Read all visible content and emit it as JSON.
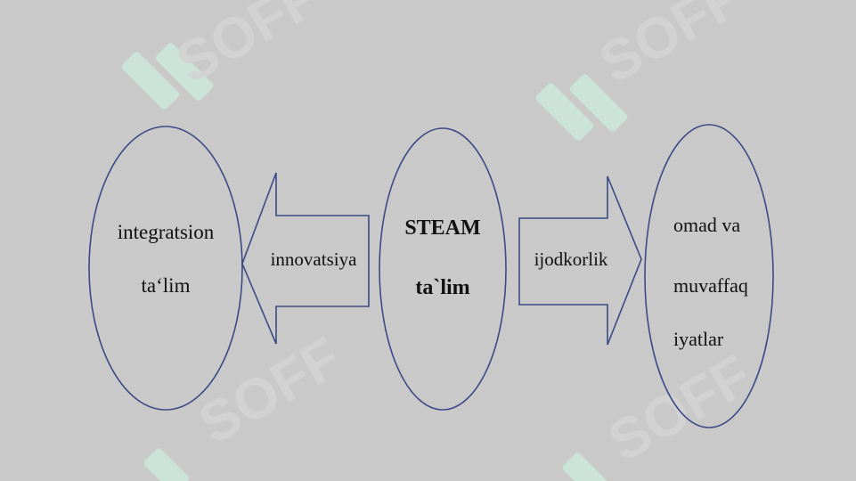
{
  "watermark": {
    "text": "SOFF",
    "logo_icon": "soff-logo-icon",
    "logo_color": "#c8ecd9"
  },
  "diagram": {
    "stroke_color": "#3b4a85",
    "nodes": {
      "left": {
        "lines": [
          "integratsion",
          "ta‘lim"
        ]
      },
      "center": {
        "lines": [
          "STEAM",
          "ta`lim"
        ]
      },
      "right": {
        "lines": [
          "omad va",
          "muvaffaq",
          "iyatlar"
        ]
      }
    },
    "arrows": {
      "left": {
        "label": "innovatsiya",
        "direction": "left"
      },
      "right": {
        "label": "ijodkorlik",
        "direction": "right"
      }
    }
  }
}
